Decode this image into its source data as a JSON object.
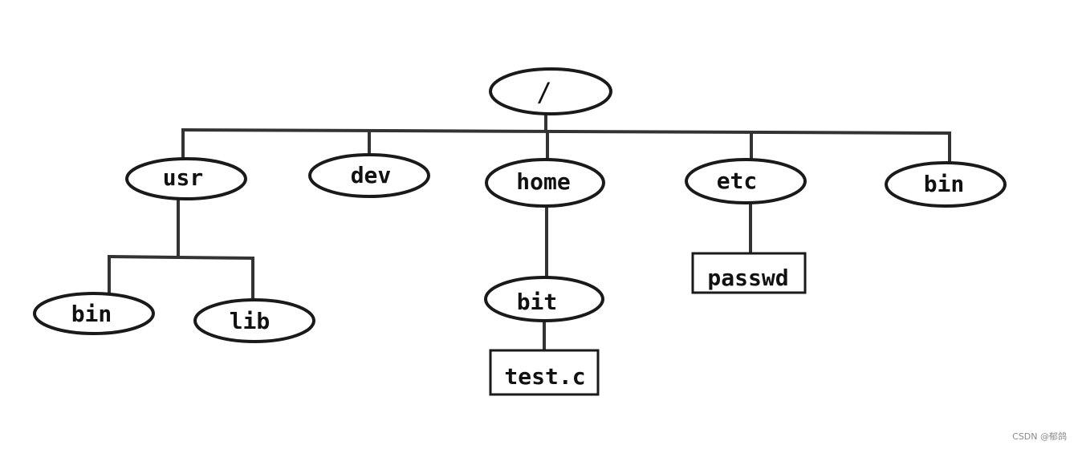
{
  "tree": {
    "root": {
      "label": "/"
    },
    "dirs": {
      "usr": "usr",
      "dev": "dev",
      "home": "home",
      "etc": "etc",
      "bin_root": "bin",
      "bin_usr": "bin",
      "lib": "lib",
      "bit": "bit"
    },
    "files": {
      "test_c": "test.c",
      "passwd": "passwd"
    }
  },
  "watermark": "CSDN @郁鸽"
}
